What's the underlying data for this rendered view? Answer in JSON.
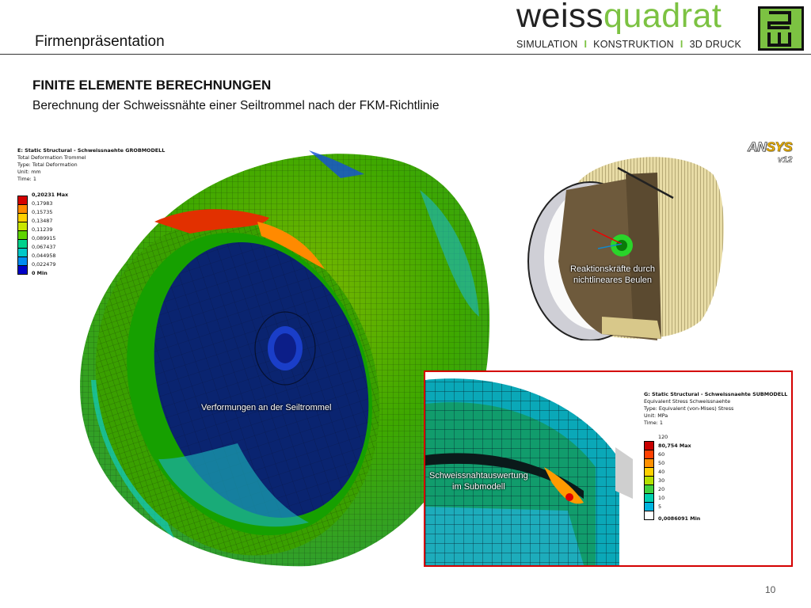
{
  "header": {
    "title": "Firmenpräsentation"
  },
  "logo": {
    "word_part1": "weiss",
    "word_part2": "quadrat",
    "tagline": [
      "SIMULATION",
      "KONSTRUKTION",
      "3D DRUCK"
    ],
    "separator": "I",
    "accent_color": "#7cc242"
  },
  "section": {
    "title": "FINITE ELEMENTE BERECHNUNGEN",
    "subtitle": "Berechnung der Schweissnähte einer Seiltrommel nach der FKM-Richtlinie"
  },
  "ansys": {
    "brand_a": "AN",
    "brand_b": "SYS",
    "version": "v12"
  },
  "legend_deformation": {
    "header": [
      "E: Static Structural - Schweissnaehte GROBMODELL",
      "Total Deformation Trommel",
      "Type: Total Deformation",
      "Unit: mm",
      "Time: 1"
    ],
    "labels": [
      "0,20231 Max",
      "0,17983",
      "0,15735",
      "0,13487",
      "0,11239",
      "0,089915",
      "0,067437",
      "0,044958",
      "0,022479",
      "0 Min"
    ],
    "colors": [
      "#d40000",
      "#ff8a00",
      "#ffd000",
      "#c8e600",
      "#5fd400",
      "#00d28c",
      "#00c8c8",
      "#008cf0",
      "#0000c8"
    ]
  },
  "legend_stress": {
    "header": [
      "G: Static Structural - Schweissnaehte SUBMODELL",
      "Equivalent Stress Schweissnaehte",
      "Type: Equivalent (von-Mises) Stress",
      "Unit: MPa",
      "Time: 1"
    ],
    "labels": [
      "120",
      "80,754 Max",
      "60",
      "50",
      "40",
      "30",
      "20",
      "10",
      "5",
      "0,0086091 Min"
    ],
    "colors": [
      "#c80000",
      "#ff4000",
      "#ff9000",
      "#ffd000",
      "#b4e000",
      "#40d040",
      "#00d0b0",
      "#00b4e0",
      "#ffffff"
    ]
  },
  "callouts": {
    "drum": "Verformungen an der Seiltrommel",
    "reaction_line1": "Reaktionskräfte durch",
    "reaction_line2": "nichtlineares Beulen",
    "weld_line1": "Schweissnahtauswertung",
    "weld_line2": "im Submodell"
  },
  "page_number": "10"
}
